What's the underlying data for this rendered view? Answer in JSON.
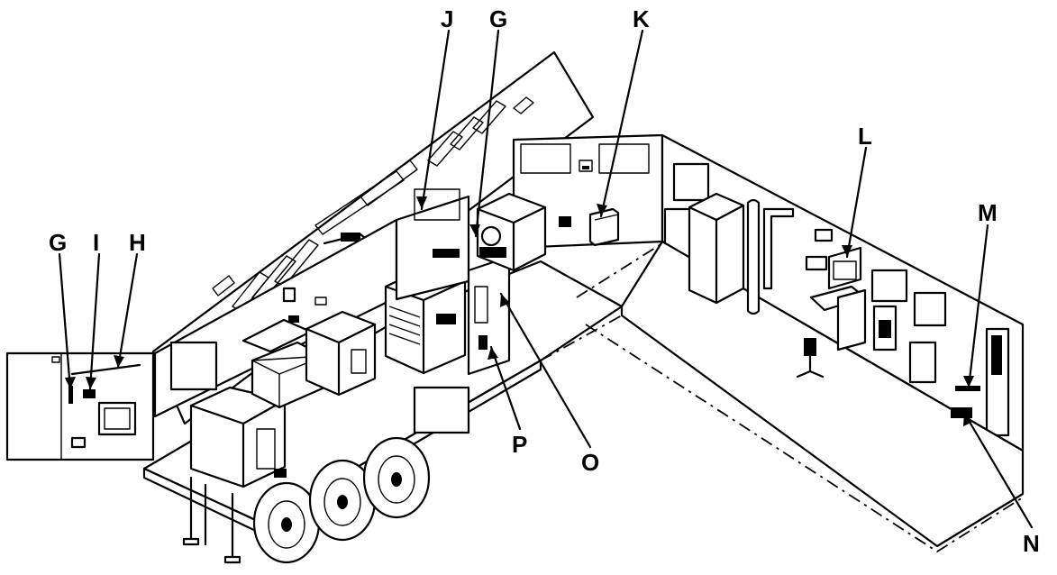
{
  "diagram": {
    "callouts": [
      "J",
      "G",
      "K",
      "L",
      "M",
      "G",
      "I",
      "H",
      "P",
      "O",
      "N"
    ]
  }
}
